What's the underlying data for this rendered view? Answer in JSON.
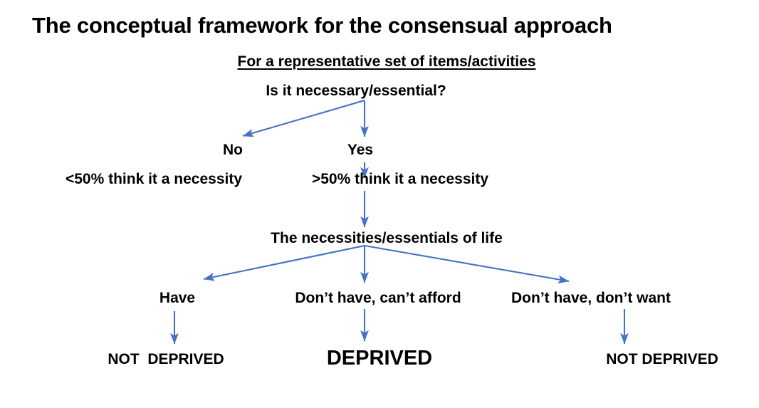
{
  "slide": {
    "title": "The conceptual framework for the consensual approach",
    "subtitle": "For a representative set of items/activities",
    "background_color": "#FFFFFF",
    "text_color": "#000000",
    "arrow_color": "#4472C4"
  },
  "flow": {
    "question": "Is it necessary/essential?",
    "branch_no": {
      "label": "No",
      "detail": "<50% think it a necessity"
    },
    "branch_yes": {
      "label": "Yes",
      "detail": ">50% think it a necessity"
    },
    "node_necessities": "The necessities/essentials of life",
    "options": [
      {
        "label": "Have",
        "outcome": "NOT  DEPRIVED",
        "emphasis": "normal"
      },
      {
        "label": "Don’t have, can’t afford",
        "outcome": "DEPRIVED",
        "emphasis": "large"
      },
      {
        "label": "Don’t have, don’t want",
        "outcome": "NOT DEPRIVED",
        "emphasis": "normal"
      }
    ]
  }
}
